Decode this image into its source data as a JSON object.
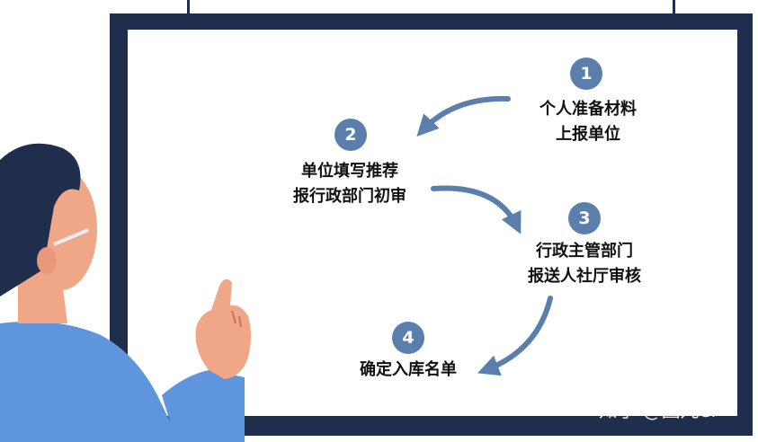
{
  "steps": [
    {
      "num": "1",
      "line1": "个人准备材料",
      "line2": "上报单位"
    },
    {
      "num": "2",
      "line1": "单位填写推荐",
      "line2": "报行政部门初审"
    },
    {
      "num": "3",
      "line1": "行政主管部门",
      "line2": "报送人社厅审核"
    },
    {
      "num": "4",
      "line1": "确定入库名单",
      "line2": ""
    }
  ],
  "watermark": "知乎 @圆儿er",
  "colors": {
    "frame": "#1f2e4d",
    "badge": "#5b7fad",
    "arrow": "#5b7fad",
    "skin": "#f0a787",
    "shirt": "#5f95dd",
    "hair": "#1f2e4d"
  }
}
